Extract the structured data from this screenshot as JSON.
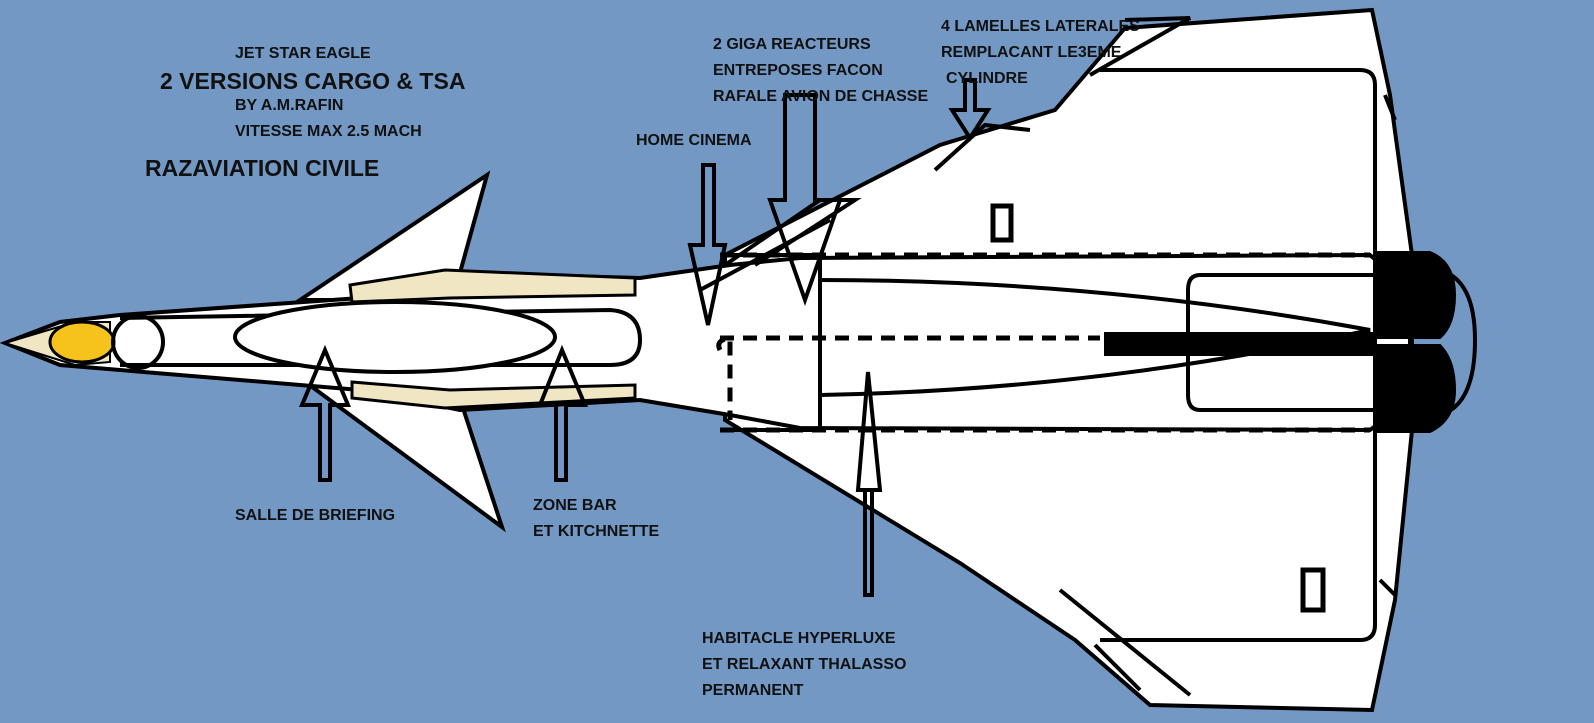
{
  "header": {
    "name": "JET STAR EAGLE",
    "versions": "2 VERSIONS CARGO & TSA",
    "author": "BY A.M.RAFIN",
    "speed": "VITESSE MAX 2.5 MACH",
    "company": "RAZAVIATION CIVILE"
  },
  "labels": {
    "giga_reacteurs": [
      "2  GIGA REACTEURS",
      "ENTREPOSES FACON",
      "RAFALE AVION DE CHASSE"
    ],
    "lamelles": [
      "4 LAMELLES LATERALES",
      "REMPLACANT LE3EME",
      "CYLINDRE"
    ],
    "home_cinema": "HOME CINEMA",
    "salle_briefing": "SALLE DE BRIEFING",
    "zone_bar": [
      "ZONE BAR",
      "ET KITCHNETTE"
    ],
    "habitacle": [
      "HABITACLE HYPERLUXE",
      "ET RELAXANT THALASSO",
      "PERMANENT"
    ]
  },
  "colors": {
    "background": "#7398c4",
    "body": "#ffffff",
    "outline": "#000000",
    "cream": "#f0e6c3",
    "nose_yellow": "#f6c21c"
  }
}
